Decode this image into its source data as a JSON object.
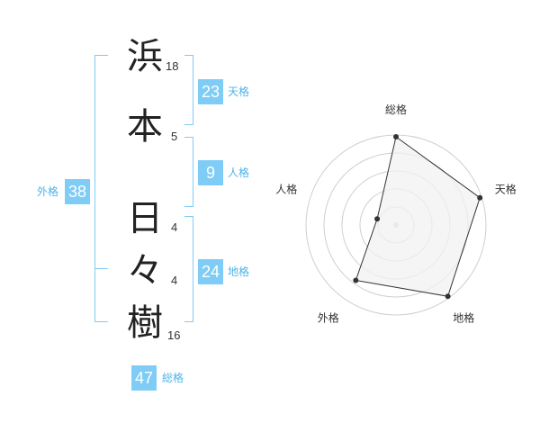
{
  "name_chars": [
    {
      "char": "浜",
      "strokes": "18"
    },
    {
      "char": "本",
      "strokes": "5"
    },
    {
      "char": "日",
      "strokes": "4"
    },
    {
      "char": "々",
      "strokes": "4"
    },
    {
      "char": "樹",
      "strokes": "16"
    }
  ],
  "fortunes": {
    "tenkaku": {
      "value": "23",
      "label": "天格"
    },
    "jinkaku": {
      "value": "9",
      "label": "人格"
    },
    "chikaku": {
      "value": "24",
      "label": "地格"
    },
    "gaikaku": {
      "value": "38",
      "label": "外格"
    },
    "soukaku": {
      "value": "47",
      "label": "総格"
    }
  },
  "colors": {
    "accent": "#7fccf6",
    "accent_text": "#4db4ea",
    "radar_fill": "#f2f2f2",
    "radar_line": "#333333"
  },
  "chart_data": {
    "type": "radar",
    "axes": [
      "総格",
      "天格",
      "地格",
      "外格",
      "人格"
    ],
    "values": [
      0.98,
      0.98,
      0.98,
      0.76,
      0.22
    ],
    "rings": 5
  }
}
